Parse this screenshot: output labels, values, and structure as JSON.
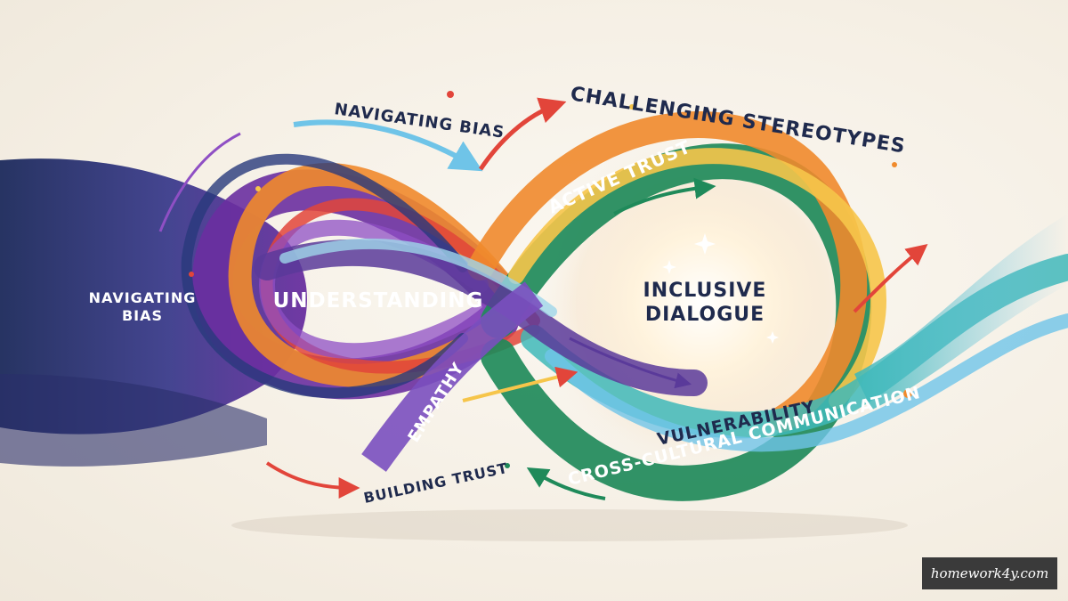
{
  "labels": {
    "navigating_bias_top": "NAVIGATING BIAS",
    "challenging_stereotypes": "CHALLENGING STEREOTYPES",
    "active_trust": "ACTIVE TRUST",
    "navigating_bias_left_1": "NAVIGATING",
    "navigating_bias_left_2": "BIAS",
    "understanding": "UNDERSTANDING",
    "inclusive_1": "INCLUSIVE",
    "inclusive_2": "DIALOGUE",
    "empathy": "EMPATHY",
    "vulnerability": "VULNERABILITY",
    "building_trust": "BUILDING TRUST",
    "cross_cultural": "CROSS-CULTURAL COMMUNICATION"
  },
  "watermark": "homework4y.com",
  "colors": {
    "navy": "#1c2a5c",
    "purple": "#6a2fa0",
    "violet": "#8f4fc4",
    "orange": "#f08a2c",
    "red": "#e2453a",
    "yellow": "#f6c54a",
    "green": "#1f8a5a",
    "teal": "#3fb9b9",
    "lightblue": "#6fc4e8",
    "text": "#1f2a4d",
    "white": "#ffffff"
  }
}
